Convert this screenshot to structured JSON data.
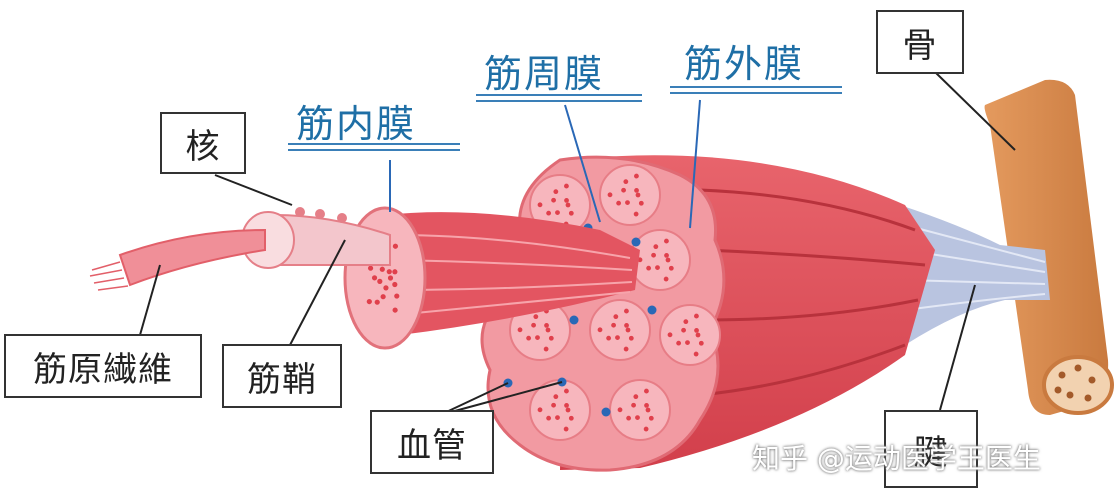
{
  "labels": {
    "nucleus": "核",
    "myofibril": "筋原繊維",
    "sarcolemma": "筋鞘",
    "blood_vessel": "血管",
    "bone": "骨",
    "tendon": "腱",
    "endomysium": "筋内膜",
    "perimysium": "筋周膜",
    "epimysium": "筋外膜"
  },
  "watermark": "知乎 @运动医学王医生",
  "colors": {
    "muscle": "#e04a55",
    "muscle_light": "#f6a9b0",
    "fascicle_bg": "#f7b6bd",
    "bone": "#d9894f",
    "tendon": "#b9c4e0",
    "label_blue": "#1f6fa6",
    "vessel": "#2a68b6"
  }
}
